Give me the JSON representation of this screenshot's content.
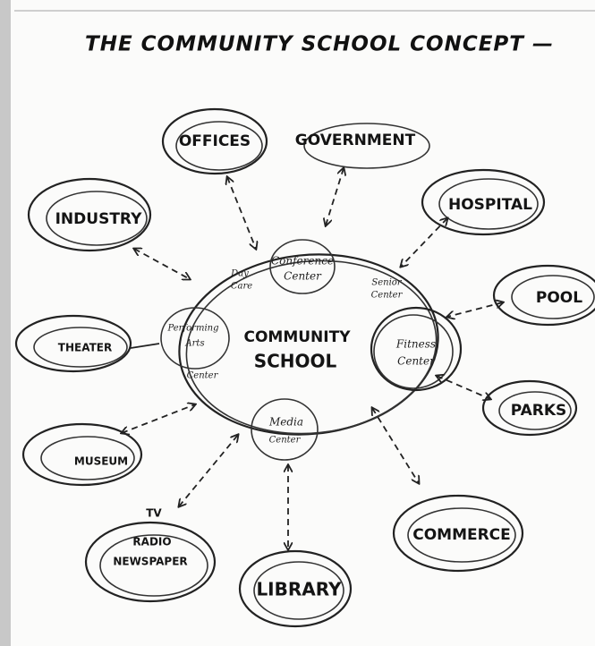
{
  "title": "THE COMMUNITY SCHOOL CONCEPT —",
  "center": {
    "line1": "COMMUNITY",
    "line2": "SCHOOL"
  },
  "inner": {
    "day_care_1": "Day",
    "day_care_2": "Care",
    "conference_1": "Conference",
    "conference_2": "Center",
    "senior_1": "Senior",
    "senior_2": "Center",
    "perf_1": "Performing",
    "perf_2": "Arts",
    "perf_3": "Center",
    "fitness_1": "Fitness",
    "fitness_2": "Center",
    "media_1": "Media",
    "media_2": "Center"
  },
  "outer": {
    "offices": "OFFICES",
    "government": "GOVERNMENT",
    "hospital": "HOSPITAL",
    "industry": "INDUSTRY",
    "pool": "POOL",
    "theater": "THEATER",
    "parks": "PARKS",
    "museum": "MUSEUM",
    "tv": "TV",
    "radio": "RADIO",
    "newspaper": "NEWSPAPER",
    "commerce": "COMMERCE",
    "library": "LIBRARY"
  }
}
